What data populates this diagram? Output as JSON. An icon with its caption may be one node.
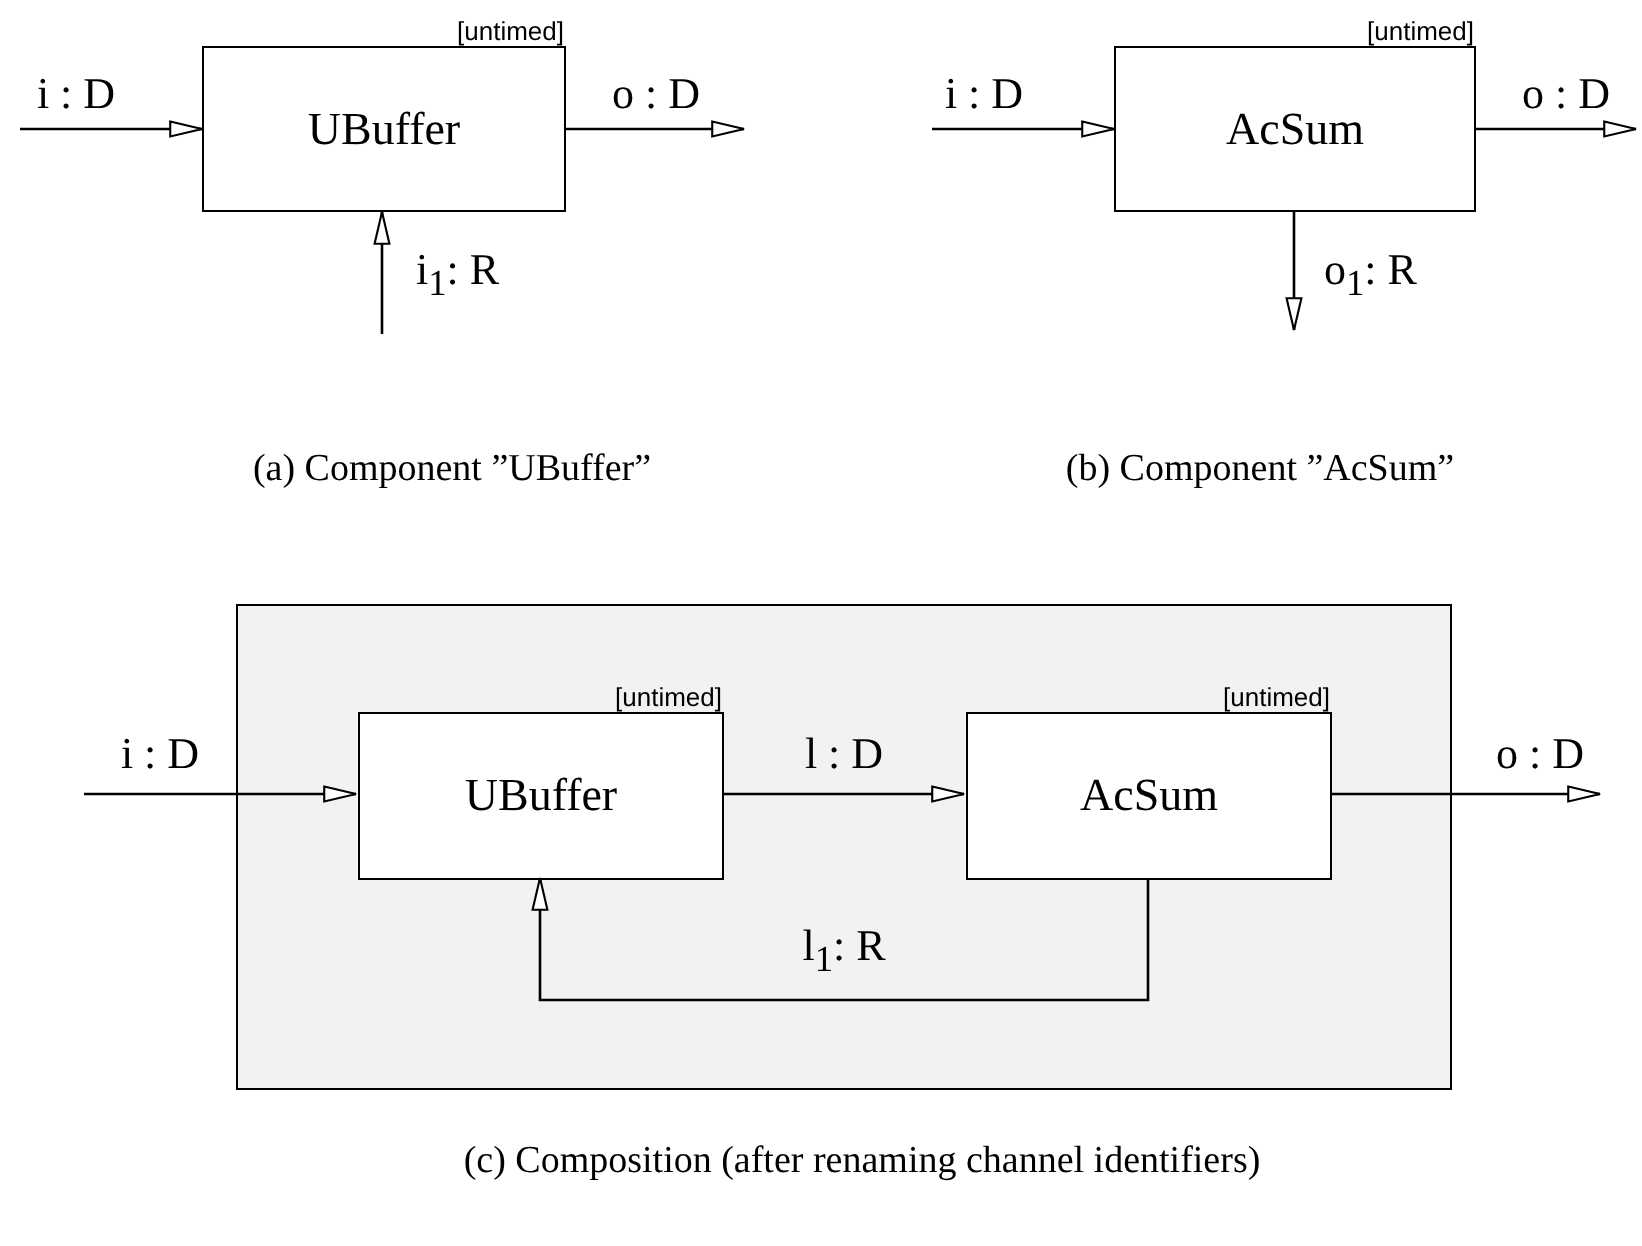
{
  "diagram": {
    "nodes": [
      {
        "text": [
          "UBuffer"
        ],
        "beside": [
          "[untimed]"
        ]
      },
      {
        "text": [
          "AcSum"
        ],
        "beside": [
          "[untimed]"
        ]
      },
      {
        "text": [],
        "shape": "box"
      },
      {
        "text": [
          "UBuffer"
        ],
        "beside": [
          "[untimed]"
        ],
        "in": 2
      },
      {
        "text": [
          "AcSum"
        ],
        "beside": [
          "[untimed]"
        ],
        "in": 2
      }
    ],
    "edges": [
      {
        "from": null,
        "to": 0,
        "arrow": "to",
        "label": "i : D"
      },
      {
        "from": 0,
        "to": null,
        "arrow": "to",
        "label": "o : D"
      },
      {
        "from": null,
        "to": 0,
        "arrow": "to",
        "label": "i$_{1}$: R"
      },
      {
        "from": null,
        "to": 1,
        "arrow": "to",
        "label": "i : D"
      },
      {
        "from": 1,
        "to": null,
        "arrow": "to",
        "label": "o : D"
      },
      {
        "from": 1,
        "to": null,
        "arrow": "to",
        "label": "o$_{1}$: R"
      },
      {
        "from": null,
        "to": 3,
        "arrow": "to",
        "label": "i : D"
      },
      {
        "from": 3,
        "to": 4,
        "arrow": "to",
        "label": "l : D"
      },
      {
        "from": 4,
        "to": null,
        "arrow": "to",
        "label": "o : D"
      },
      {
        "from": 4,
        "to": 3,
        "arrow": "to",
        "label": "l$_{1}$: R"
      }
    ],
    "labels": [
      "(a) Component ”UBuffer”",
      "(b) Component ”AcSum”",
      "(c) Composition (after renaming channel identifiers)"
    ]
  }
}
